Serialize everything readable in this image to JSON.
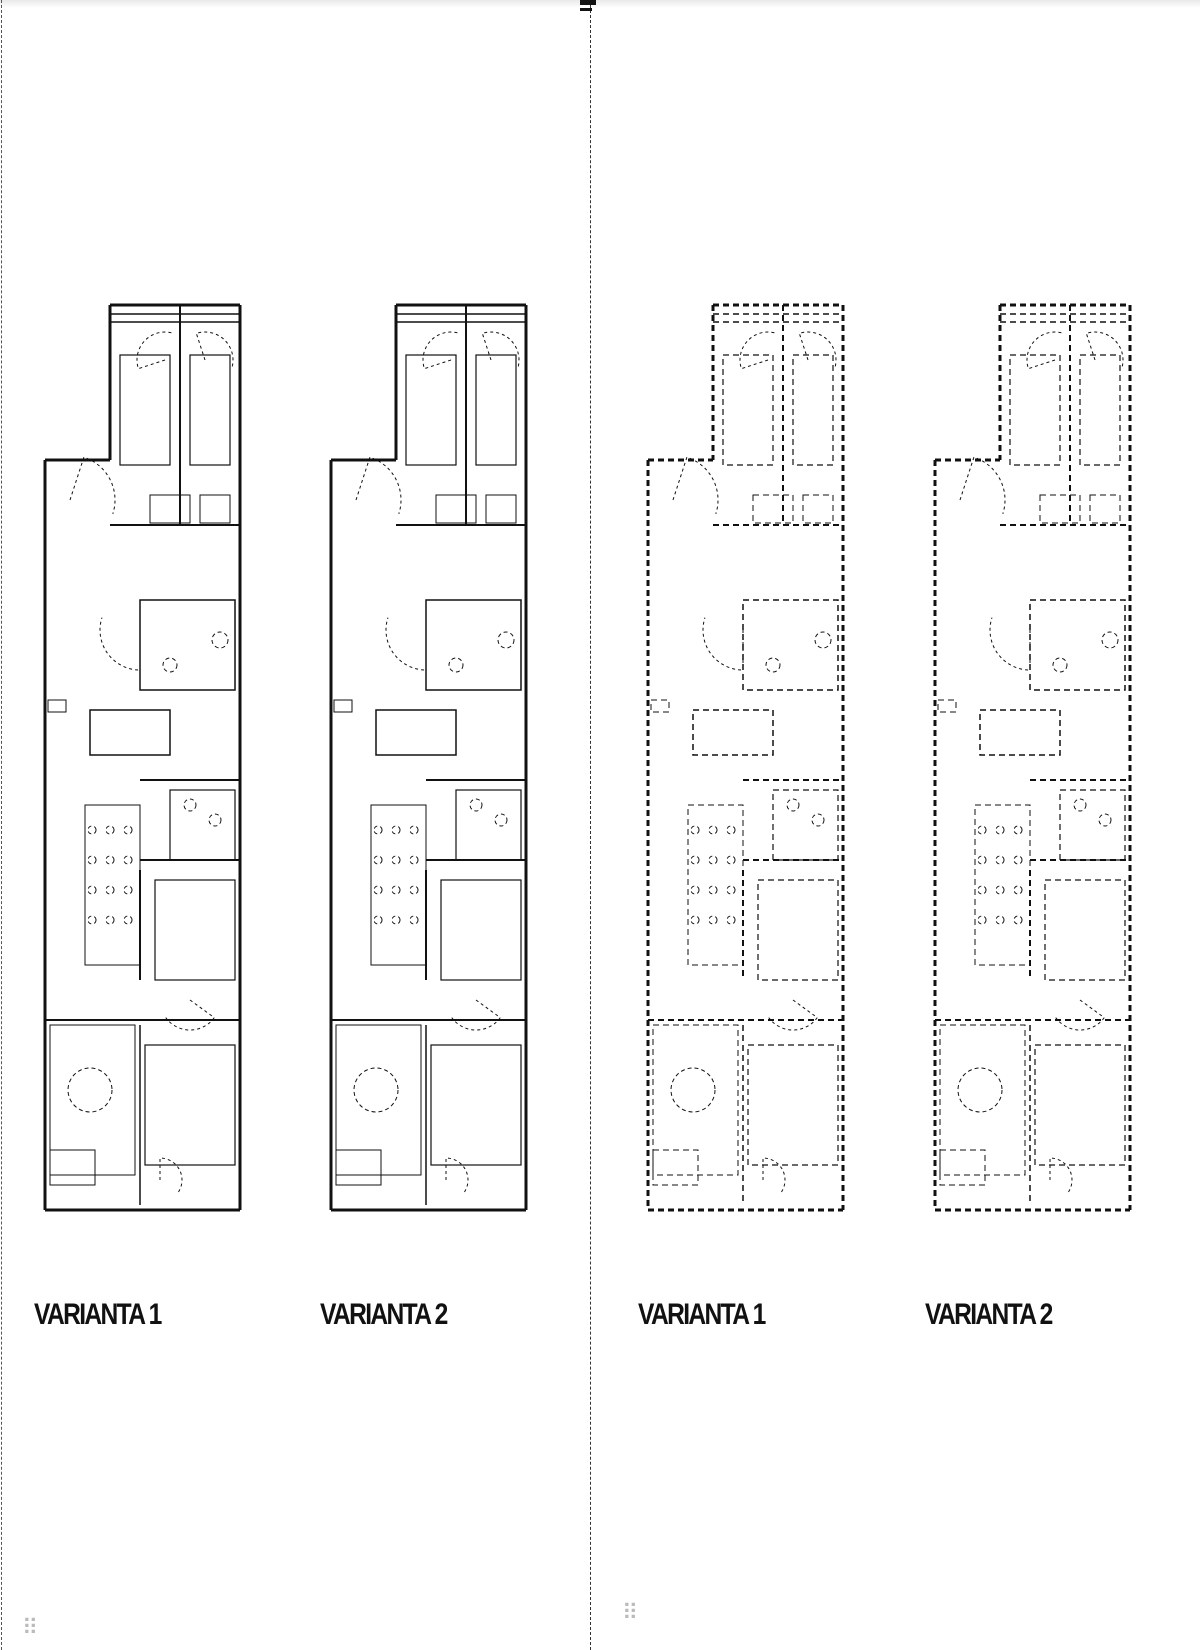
{
  "document": {
    "title": "",
    "plans": [
      {
        "id": "v1",
        "label": "VARIANTA 1",
        "style": "solid"
      },
      {
        "id": "v2",
        "label": "VARIANTA 2",
        "style": "solid"
      },
      {
        "id": "v3",
        "label": "VARIANTA 1",
        "style": "dashed"
      },
      {
        "id": "v4",
        "label": "VARIANTA 2",
        "style": "dashed"
      }
    ]
  },
  "colors": {
    "ink": "#111111",
    "paper": "#ffffff",
    "faint": "#9a9a9a"
  }
}
